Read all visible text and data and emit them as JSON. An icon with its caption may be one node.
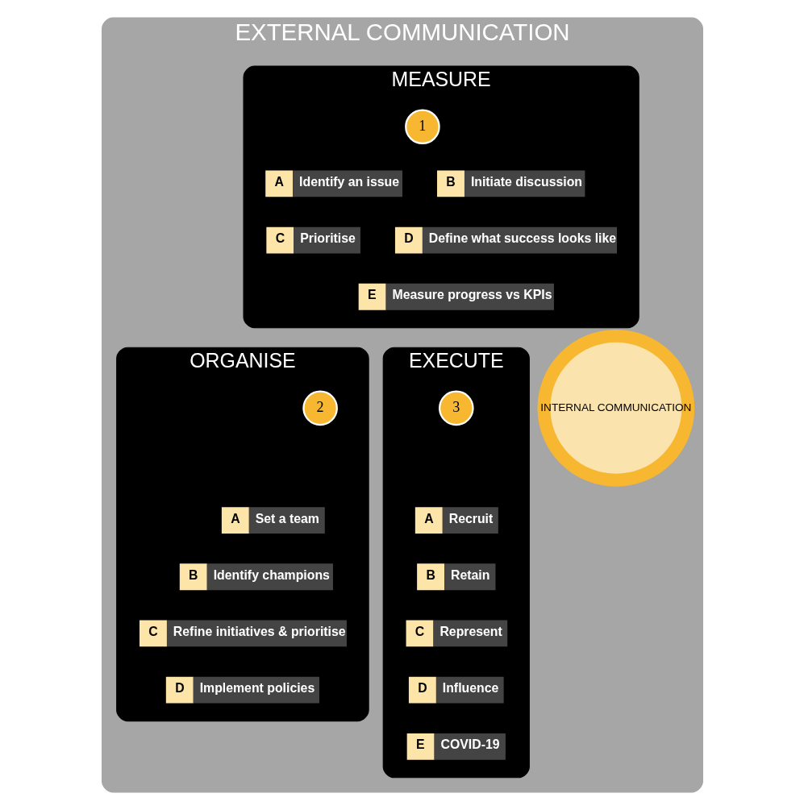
{
  "diagram": {
    "nodes": [
      {
        "text": [
          "EXTERNAL COMMUNICATION"
        ]
      },
      {
        "text": [
          "MEASURE"
        ],
        "in": 0
      },
      {
        "text": [
          "1"
        ],
        "in": 1
      },
      {
        "text": [
          "A",
          "Identify an issue"
        ],
        "in": 1
      },
      {
        "text": [
          "B",
          "Initiate discussion"
        ],
        "in": 1
      },
      {
        "text": [
          "C",
          "Prioritise"
        ],
        "in": 1
      },
      {
        "text": [
          "D",
          "Define what success looks like"
        ],
        "in": 1
      },
      {
        "text": [
          "E",
          "Measure progress vs KPIs"
        ],
        "in": 1
      },
      {
        "text": [
          "ORGANISE"
        ],
        "in": 0
      },
      {
        "text": [
          "2"
        ],
        "in": 8
      },
      {
        "text": [
          "A",
          "Set a team"
        ],
        "in": 8
      },
      {
        "text": [
          "B",
          "Identify champions"
        ],
        "in": 8
      },
      {
        "text": [
          "C",
          "Refine initiatives & prioritise"
        ],
        "in": 8
      },
      {
        "text": [
          "D",
          "Implement policies"
        ],
        "in": 8
      },
      {
        "text": [
          "EXECUTE"
        ],
        "in": 0
      },
      {
        "text": [
          "3"
        ],
        "in": 14
      },
      {
        "text": [
          "A",
          "Recruit"
        ],
        "in": 14
      },
      {
        "text": [
          "B",
          "Retain"
        ],
        "in": 14
      },
      {
        "text": [
          "C",
          "Represent"
        ],
        "in": 14
      },
      {
        "text": [
          "D",
          "Influence"
        ],
        "in": 14
      },
      {
        "text": [
          "E",
          "COVID-19"
        ],
        "in": 14
      },
      {
        "text": [
          "INTERNAL COMMUNICATION"
        ],
        "in": 0
      }
    ]
  }
}
